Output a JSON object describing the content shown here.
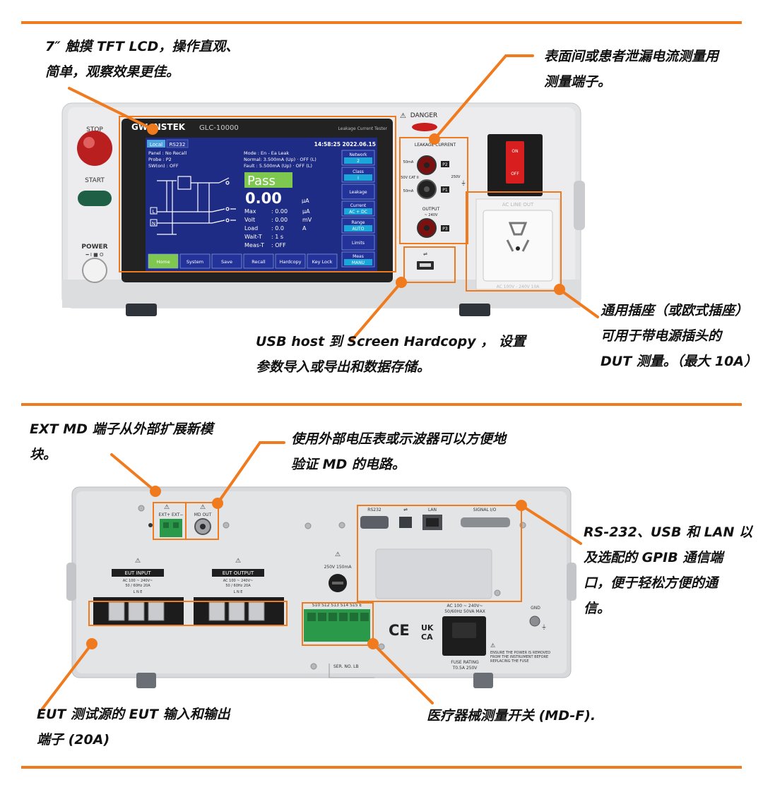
{
  "top_callouts": {
    "lcd": [
      "7″ 触摸 TFT LCD，操作直观、",
      "简单，观察效果更佳。"
    ],
    "leakage_terminal": [
      "表面间或患者泄漏电流测量用",
      "测量端子。"
    ],
    "usb_host": [
      "USB host  到 Screen Hardcopy ， 设置",
      "参数导入或导出和数据存储。"
    ],
    "socket": [
      "通用插座（或欧式插座）",
      "可用于带电源插头的",
      "DUT 测量。（最大 10A）"
    ]
  },
  "bottom_callouts": {
    "ext_md": [
      "EXT MD  端子从外部扩展新模",
      "块。"
    ],
    "md_out": [
      "使用外部电压表或示波器可以方便地",
      "验证 MD  的电路。"
    ],
    "comm": [
      "RS-232、USB 和 LAN 以",
      "及选配的 GPIB 通信端",
      "口，便于轻松方便的通",
      "信。"
    ],
    "eut": [
      "EUT 测试源的 EUT 输入和输出",
      "端子 (20A)"
    ],
    "md_switch": [
      "医疗器械测量开关 (MD-F)."
    ]
  },
  "front_panel": {
    "brand": "GW INSTEK",
    "model": "GLC-10000",
    "subtitle": "Leakage Current Tester",
    "stop_label": "STOP",
    "start_label": "START",
    "power_label": "POWER",
    "power_sub": "━ I   ■ O",
    "danger_label": "DANGER",
    "leakage_label": "LEAKAGE CURRENT",
    "output_label": "OUTPUT",
    "output_sub": "~ 240V",
    "term_p2": "P2",
    "term_p1": "P1",
    "term_p3": "P3",
    "range_50ma_a": "50mA",
    "range_50ma_b": "50mA",
    "cat_label": "50V CAT II",
    "v250": "250V",
    "switch_on": "ON",
    "switch_off": "OFF",
    "socket_label": "AC LINE OUT",
    "socket_rating": "AC 100V - 240V   10A"
  },
  "screen": {
    "tab_local": "Local",
    "tab_rs232": "RS232",
    "time": "14:58:25 2022.06.15",
    "panel_line": "Panel    : No Recall",
    "probe_line": "Probe    : P2",
    "sw_line": "SW(on)  : OFF",
    "mode_line": "Mode   : En - Ea Leak",
    "normal_line": "Normal: 3.500mA (Up) · OFF (L)",
    "fault_line": "Fault    : 5.500mA (Up) · OFF (L)",
    "pass": "Pass",
    "reading": "0.00",
    "reading_unit": "μA",
    "max_label": "Max",
    "max_value": ": 0.00",
    "max_unit": "μA",
    "volt_label": "Volt",
    "volt_value": ": 0.00",
    "volt_unit": "mV",
    "load_label": "Load",
    "load_value": ": 0.0",
    "load_unit": "A",
    "wait_label": "Wait-T",
    "wait_value": ": 1 s",
    "meas_label": "Meas-T",
    "meas_value": ": OFF",
    "side_buttons": [
      {
        "label": "Network",
        "value": "2"
      },
      {
        "label": "Class",
        "value": "I"
      },
      {
        "label": "Leakage",
        "value": ""
      },
      {
        "label": "Current",
        "value": "AC + DC"
      },
      {
        "label": "Range",
        "value": "AUTO"
      },
      {
        "label": "Limits",
        "value": ""
      },
      {
        "label": "Meas",
        "value": "MANU"
      }
    ],
    "bottom_buttons": [
      "Home",
      "System",
      "Save",
      "Recall",
      "Hardcopy",
      "Key Lock"
    ],
    "circuit_l": "L",
    "circuit_n": "N"
  },
  "rear_panel": {
    "ext_label": "EXT+  EXT−",
    "md_out_label": "MD OUT",
    "rs232_label": "RS232",
    "lan_label": "LAN",
    "signal_label": "SIGNAL I/O",
    "fuse_rating": "250V  150mA",
    "eut_input": "EUT INPUT",
    "eut_output": "EUT OUTPUT",
    "eut_rating_1": "AC 100 ~ 240V~",
    "eut_rating_2": "50 / 60Hz   20A",
    "eut_lne": "L      N      E",
    "switch_labels": "S10  S12  S13  S14  S15   E",
    "ac_rating_1": "AC 100 ~ 240V~",
    "ac_rating_2": "50/60Hz  50VA  MAX",
    "fuse_label_1": "FUSE  RATING",
    "fuse_label_2": "T0.5A   250V",
    "warning_1": "ENSURE THE POWER IS REMOVED",
    "warning_2": "FROM THE INSTRUMENT BEFORE",
    "warning_3": "REPLACING THE FUSE",
    "gnd_label": "GND",
    "ser_label": "SER. NO. LB",
    "ce_mark": "CE",
    "uk_mark_1": "UK",
    "uk_mark_2": "CA"
  },
  "colors": {
    "accent": "#f07a1e",
    "screen_bg": "#1f2c85",
    "pass_green": "#7ec850",
    "button_blue": "#1aa6d8"
  }
}
